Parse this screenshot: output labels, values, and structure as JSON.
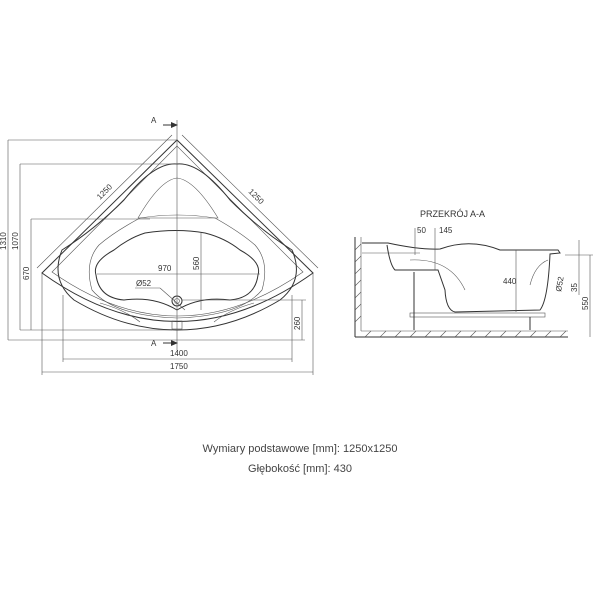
{
  "plan": {
    "section_marker": "A",
    "dims": {
      "side_left": "1250",
      "side_right": "1250",
      "h_total": "1310",
      "h_1070": "1070",
      "h_670": "670",
      "inner_width": "970",
      "inner_depth": "560",
      "drain": "Ø52",
      "drain_offset": "260",
      "w_1400": "1400",
      "w_total": "1750"
    }
  },
  "section": {
    "title": "PRZEKRÓJ A-A",
    "dims": {
      "d50": "50",
      "d145": "145",
      "depth": "440",
      "overflow": "Ø52",
      "d35": "35",
      "height": "550"
    }
  },
  "captions": {
    "basic_dimensions": "Wymiary podstawowe [mm]: 1250x1250",
    "depth": "Głębokość [mm]: 430"
  }
}
